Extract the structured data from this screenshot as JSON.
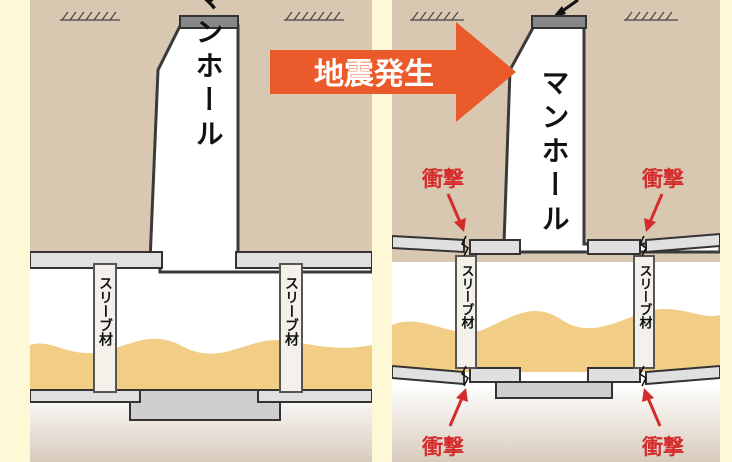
{
  "banner": {
    "label": "地震発生",
    "color": "#ea5a2a"
  },
  "left_panel": {
    "manhole_label": "マンホール",
    "sleeve_left_label": "スリーブ材",
    "sleeve_right_label": "スリーブ材"
  },
  "right_panel": {
    "manhole_label": "マンホール",
    "sleeve_left_label": "スリーブ材",
    "sleeve_right_label": "スリーブ材",
    "impact_top_left": "衝撃",
    "impact_top_right": "衝撃",
    "impact_bottom_left": "衝撃",
    "impact_bottom_right": "衝撃"
  },
  "colors": {
    "soil": "#d9c8b1",
    "concrete": "#e0e0e0",
    "water": "#f1c878",
    "impact": "#d42c2c"
  }
}
